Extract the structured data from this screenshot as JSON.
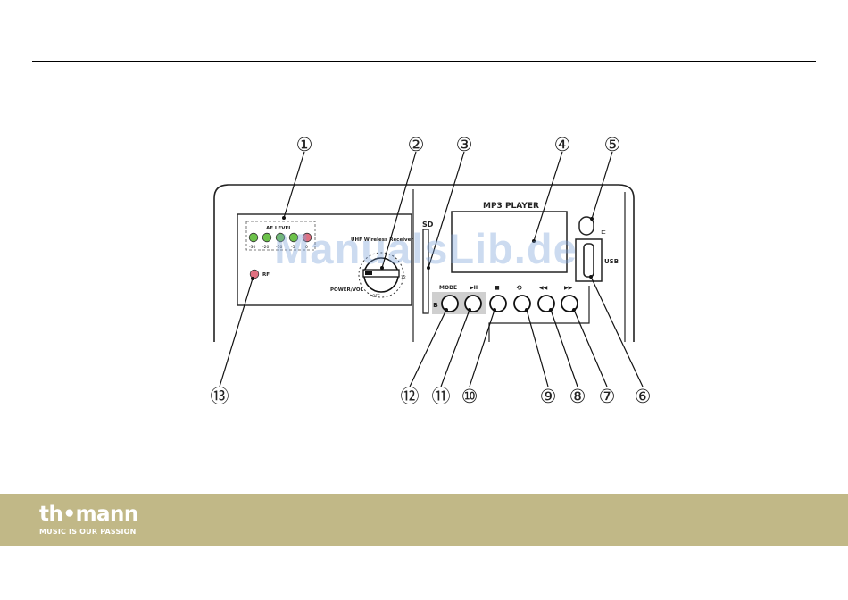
{
  "callouts": [
    "①",
    "②",
    "③",
    "④",
    "⑤",
    "⑥",
    "⑦",
    "⑧",
    "⑨",
    "⑩",
    "⑪",
    "⑫",
    "⑬"
  ],
  "panel_labels": {
    "af_level": "AF LEVEL",
    "led_scale": [
      "-30",
      "-20",
      "-10",
      "-5",
      "0"
    ],
    "uhf_receiver": "UHF Wireless Receiver",
    "power_vol": "POWER/VOL",
    "off": "OFF",
    "dial_mark": "12",
    "rf": "RF",
    "sd": "SD",
    "mp3_player": "MP3 PLAYER",
    "usb": "USB",
    "mode": "MODE",
    "play_pause_symbol": "▶II",
    "stop_symbol": "■",
    "repeat_symbol": "⟲",
    "prev_symbol": "◀◀",
    "next_symbol": "▶▶",
    "bluetooth_symbol": "ʙ"
  },
  "colors": {
    "led_green": "#6cc24a",
    "led_red": "#e07080",
    "footer_band": "#c1b887"
  },
  "watermark": "ManualsLib.de",
  "footer": {
    "brand": "th•mann",
    "tagline": "MUSIC IS OUR PASSION"
  }
}
